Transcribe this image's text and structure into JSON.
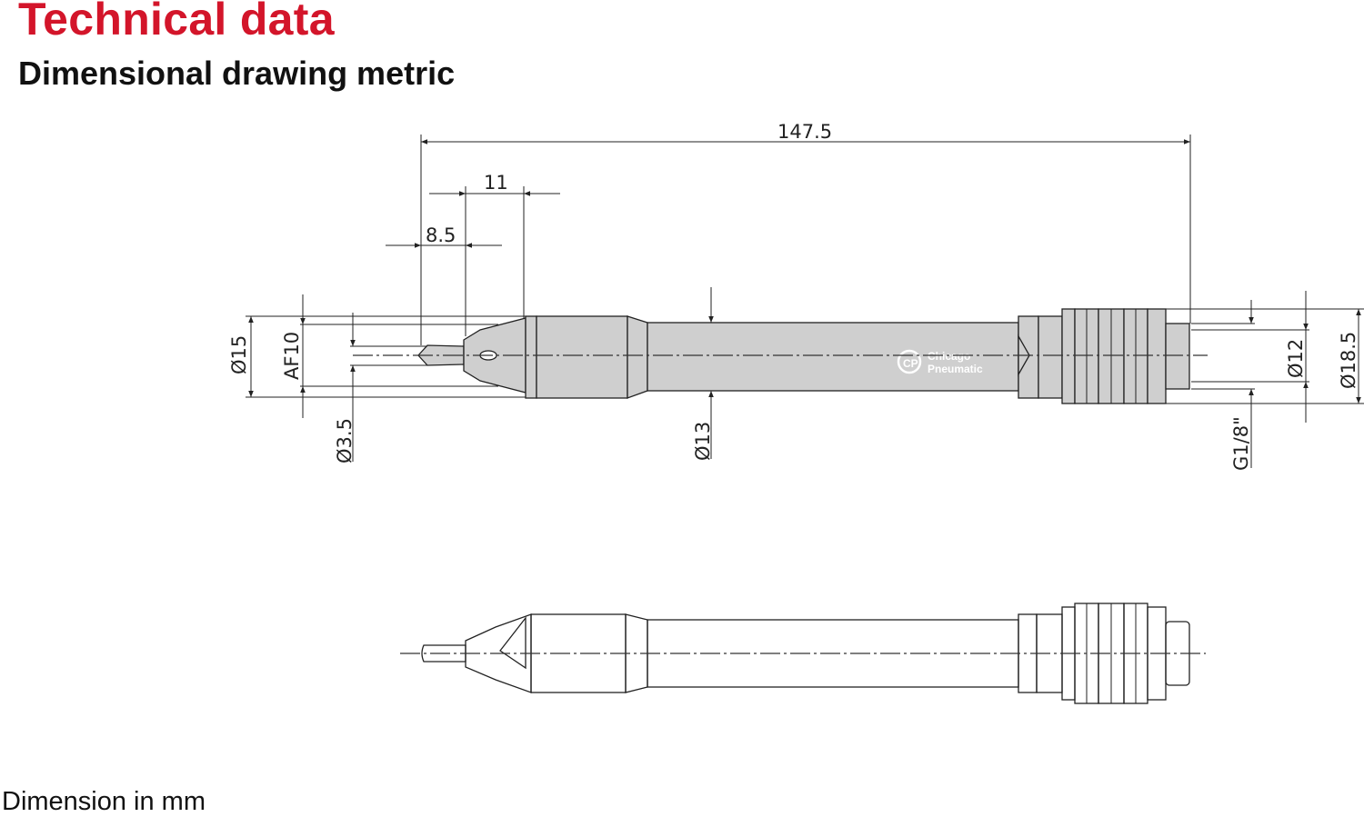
{
  "header": {
    "title": "Technical data",
    "subtitle": "Dimensional drawing metric"
  },
  "footer": {
    "note": "Dimension in mm"
  },
  "dimensions": {
    "overall_length": "147.5",
    "tip_length_a": "11",
    "tip_length_b": "8.5",
    "dia_body": "Ø15",
    "across_flats": "AF10",
    "dia_collet": "Ø3.5",
    "dia_handle": "Ø13",
    "thread": "G1/8\"",
    "dia_inlet": "Ø12",
    "dia_knurl": "Ø18.5"
  },
  "logo": {
    "brand_line1": "Chicago",
    "brand_line2": "Pneumatic",
    "icon": "cp-logo-icon"
  },
  "colors": {
    "title": "#d3152a",
    "body_fill": "#cfcfcf"
  }
}
